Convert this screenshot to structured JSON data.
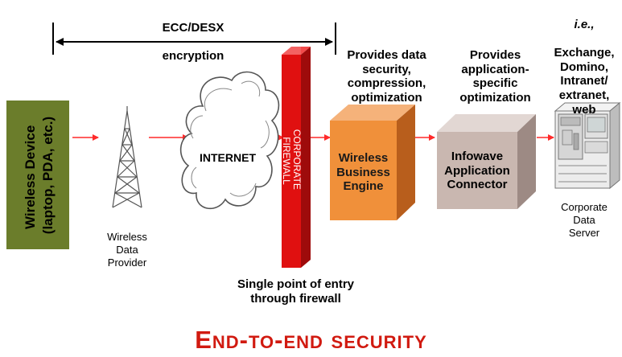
{
  "encryption": {
    "line1": "ECC/DESX",
    "line2": "encryption"
  },
  "wireless_device": {
    "line1": "Wireless Device",
    "line2": "(laptop, PDA, etc.)"
  },
  "wireless_provider": {
    "label": "Wireless\nData\nProvider"
  },
  "internet": {
    "label": "INTERNET"
  },
  "firewall": {
    "line1": "CORPORATE",
    "line2": "FIREWALL",
    "caption": "Single point of entry\nthrough firewall"
  },
  "wbe": {
    "label": "Wireless\nBusiness\nEngine",
    "caption": "Provides data\nsecurity,\ncompression,\noptimization"
  },
  "connector": {
    "label": "Infowave\nApplication\nConnector",
    "caption": "Provides\napplication-\nspecific\noptimization"
  },
  "server": {
    "examples_ie": "i.e.,",
    "examples": "Exchange,\nDomino,\nIntranet/\nextranet,\nweb",
    "label": "Corporate\nData\nServer"
  },
  "footer": {
    "title": "End-to-end security"
  },
  "colors": {
    "device": "#6b7d2b",
    "arrow": "#ff2a2a",
    "firewall": "#e01010",
    "wbe": "#f0903a",
    "connector": "#c9b7b0",
    "title": "#d11a10"
  }
}
